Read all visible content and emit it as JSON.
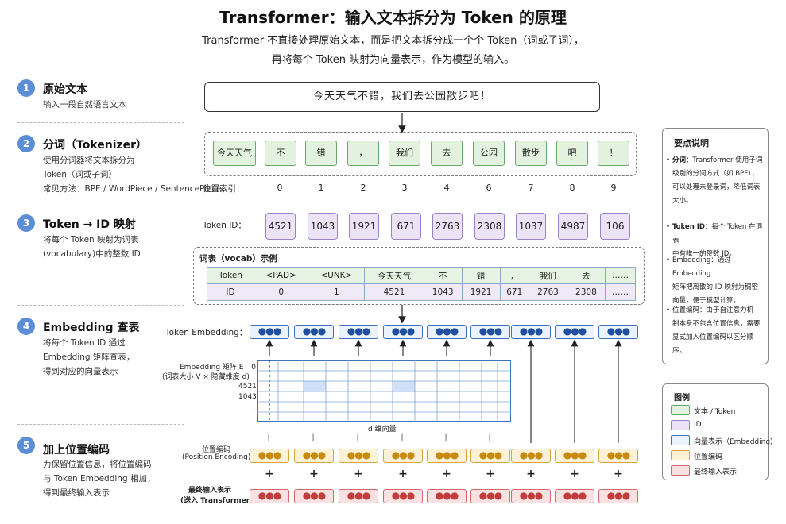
{
  "title": "Transformer：输入文本拆分为 Token 的原理",
  "subtitle_1": "Transformer 不直接处理原始文本，而是把文本拆分成一个个 Token（词或子词），",
  "subtitle_2": "再将每个 Token 映射为向量表示，作为模型的输入。",
  "steps": [
    {
      "num": "1",
      "title": "原始文本",
      "desc": "输入一段自然语言文本"
    },
    {
      "num": "2",
      "title": "分词（Tokenizer）",
      "desc": "使用分词器将文本拆分为\nToken（词或子词）\n常见方法：BPE / WordPiece / SentencePiece"
    },
    {
      "num": "3",
      "title": "Token → ID 映射",
      "desc": "将每个 Token 映射为词表\n(vocabulary)中的整数 ID"
    },
    {
      "num": "4",
      "title": "Embedding 查表",
      "desc": "将每个 Token ID 通过\nEmbedding 矩阵查表，\n得到对应的向量表示"
    },
    {
      "num": "5",
      "title": "加上位置编码",
      "desc": "为保留位置信息，将位置编码\n与 Token Embedding 相加，\n得到最终输入表示"
    }
  ],
  "raw_text": "今天天气不错，我们去公园散步吧！",
  "tokens": [
    "今天天气",
    "不",
    "错",
    "，",
    "我们",
    "去",
    "公园",
    "散步",
    "吧",
    "！"
  ],
  "position_label": "位置索引：",
  "positions": [
    "0",
    "1",
    "2",
    "3",
    "4",
    "6",
    "7",
    "8",
    "9"
  ],
  "token_id_label": "Token ID：",
  "token_ids": [
    "4521",
    "1043",
    "1921",
    "671",
    "2763",
    "2308",
    "1037",
    "4987",
    "106"
  ],
  "vocab": {
    "title": "词表（vocab）示例",
    "row_token": [
      "Token",
      "<PAD>",
      "<UNK>",
      "今天天气",
      "不",
      "错",
      "，",
      "我们",
      "去",
      "……"
    ],
    "row_id": [
      "ID",
      "0",
      "1",
      "4521",
      "1043",
      "1921",
      "671",
      "2763",
      "2308",
      "……"
    ]
  },
  "embedding": {
    "label": "Token Embedding：",
    "dots": "●●●",
    "matrix_title_1": "Embedding 矩阵 E",
    "matrix_title_2": "(词表大小 V × 隐藏维度 d)",
    "row_labels": [
      "0",
      "4521",
      "1043",
      "..."
    ],
    "dim_label": "d 维向量"
  },
  "posenc": {
    "label_1": "位置编码",
    "label_2": "(Position Encoding)",
    "bar": "|",
    "plus": "+"
  },
  "final": {
    "label_1": "最终输入表示",
    "label_2": "(送入 Transformer)"
  },
  "notes": {
    "title": "要点说明",
    "items": [
      {
        "bold": "分词：",
        "text": "Transformer 使用子词\n级别的分词方式（如 BPE），\n可以处理未登录词，降低词表\n大小。"
      },
      {
        "bold": "Token ID：",
        "text": "每个 Token 在词表\n中有唯一的整数 ID。"
      },
      {
        "bold": "",
        "text": "Embedding：通过 Embedding\n矩阵把离散的 ID 映射为稠密\n向量，便于模型计算。"
      },
      {
        "bold": "",
        "text": "位置编码：由于自注意力机\n制本身不包含位置信息，需要\n显式加入位置编码以区分顺序。"
      }
    ]
  },
  "legend": {
    "title": "图例",
    "items": [
      {
        "label": "文本 / Token",
        "fill": "#e3f1df",
        "stroke": "#6aa96a"
      },
      {
        "label": "ID",
        "fill": "#ece4f6",
        "stroke": "#9a82c6"
      },
      {
        "label": "向量表示（Embedding）",
        "fill": "#eaf2fc",
        "stroke": "#3f72bd"
      },
      {
        "label": "位置编码",
        "fill": "#fdf1d6",
        "stroke": "#d6a63c"
      },
      {
        "label": "最终输入表示",
        "fill": "#fbe1e1",
        "stroke": "#d26a6a"
      }
    ]
  },
  "colors": {
    "step_badge": "#5b8ed6",
    "token": "#e3f1df",
    "id": "#ece4f6",
    "embedding": "#eaf2fc",
    "position": "#fdf1d6",
    "final": "#fbe1e1"
  }
}
